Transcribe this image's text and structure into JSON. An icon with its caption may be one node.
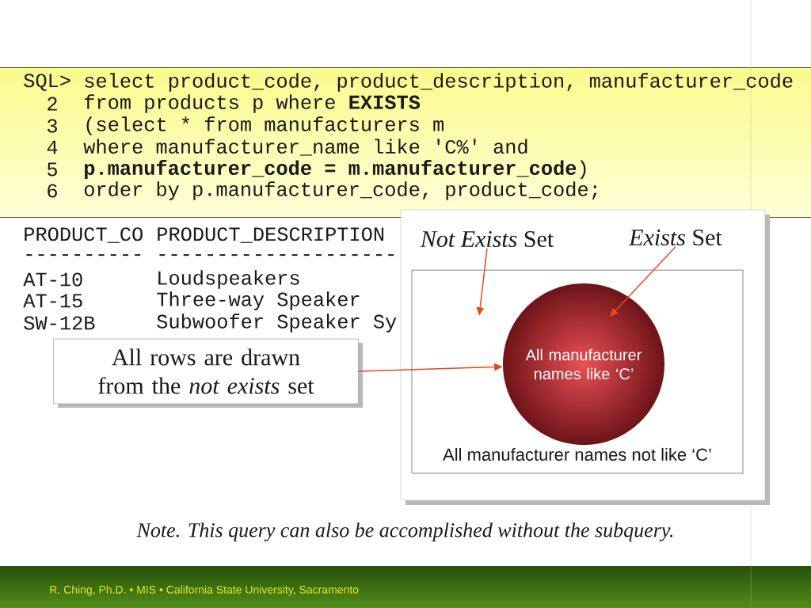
{
  "diagram": {
    "caption": "Note.  This query can also be accomplished without the subquery.",
    "nodes": [
      {
        "text": [
          "*Not Exists* Set"
        ]
      },
      {
        "text": [
          "*Exists* Set"
        ]
      },
      {
        "text": [
          "All manufacturer names not like ‘C’"
        ]
      },
      {
        "text": [
          "All manufacturer names like ‘C’"
        ],
        "in": 2
      },
      {
        "text": [
          "All rows are drawn from the *not exists* set"
        ]
      }
    ],
    "edges": [
      {
        "from": 0,
        "to": 2,
        "arrow": "to"
      },
      {
        "from": 1,
        "to": 3,
        "arrow": "to"
      },
      {
        "from": 4,
        "to": 3,
        "arrow": "to"
      }
    ],
    "labels": [
      "SQL>",
      "select product_code, product_description, manufacturer_code",
      "2",
      "from products p where **EXISTS**",
      "3",
      "(select * from manufacturers m",
      "4",
      "where manufacturer_name like 'C%' and",
      "5",
      "**p.manufacturer_code = m.manufacturer_code**)",
      "6",
      "order by p.manufacturer_code, product_code;",
      "PRODUCT_CO",
      "PRODUCT_DESCRIPTION",
      "----------",
      "--------------------",
      "AT-10",
      "Loudspeakers",
      "AT-15",
      "Three-way Speaker",
      "SW-12B",
      "Subwoofer Speaker Sy",
      "R. Ching, Ph.D. • MIS  • California State University, Sacramento"
    ]
  }
}
